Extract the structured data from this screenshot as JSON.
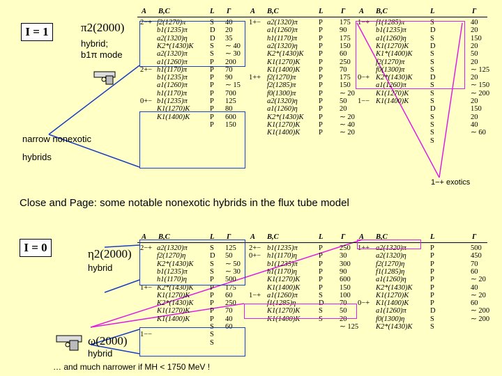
{
  "top": {
    "quantum_box": "I = 1",
    "state_name": "π2(2000)",
    "desc_line1": "hybrid;",
    "desc_line2": "b1π mode",
    "narrow_line1": "narrow nonexotic",
    "narrow_line2": "hybrids",
    "exotics_label": "1−+ exotics"
  },
  "headline": "Close and Page: some notable nonexotic hybrids in the flux tube model",
  "bottom": {
    "quantum_box": "I = 0",
    "state1_name": "η2(2000)",
    "state1_desc": "hybrid",
    "state2_name": "ω(2000)",
    "state2_desc": "hybrid",
    "footnote": "… and much narrower if MH < 1750 MeV !"
  },
  "table1": {
    "headers": [
      "A",
      "B,C",
      "L",
      "Γ",
      "A",
      "B,C",
      "L",
      "Γ",
      "A",
      "B,C",
      "L",
      "Γ"
    ],
    "col1": {
      "A": [
        "2−+",
        "",
        "",
        "",
        "",
        "",
        "2+−",
        "",
        "",
        "",
        "0+−",
        "",
        "",
        "",
        "",
        ""
      ],
      "BC": [
        "f2(1270)π",
        "b1(1235)π",
        "a2(1320)η",
        "K2*(1430)K",
        "a2(1320)π",
        "a1(1260)π",
        "h1(1170)π",
        "b1(1235)π",
        "a1(1260)π",
        "h1(1170)π",
        "b1(1235)π",
        "K1(1270)K",
        "K1(1400)K"
      ],
      "L": [
        "S",
        "D",
        "D",
        "S",
        "S",
        "P",
        "P",
        "P",
        "P",
        "P",
        "P",
        "P",
        "P",
        "P"
      ],
      "G": [
        "40",
        "20",
        "35",
        "∼ 40",
        "∼ 30",
        "200",
        "70",
        "90",
        "∼ 15",
        "700",
        "125",
        "80",
        "600",
        "150"
      ]
    },
    "col2": {
      "A": [
        "1+−",
        "",
        "",
        "",
        "",
        "",
        "",
        "1++"
      ],
      "BC": [
        "a2(1320)π",
        "a1(1260)π",
        "h1(1170)π",
        "a2(1320)η",
        "K2*(1430)K",
        "K1(1270)K",
        "K1(1400)K",
        "f2(1270)π",
        "f2(1285)π",
        "f0(1300)π",
        "a2(1320)η",
        "a1(1260)η",
        "K2*(1430)K",
        "K1(1270)K",
        "K1(1400)K"
      ],
      "L": [
        "P",
        "P",
        "P",
        "P",
        "P",
        "P",
        "P",
        "P",
        "P",
        "P",
        "P",
        "P",
        "P",
        "P",
        "P"
      ],
      "G": [
        "175",
        "90",
        "175",
        "150",
        "60",
        "250",
        "70",
        "175",
        "150",
        "∼ 20",
        "50",
        "20",
        "∼ 20",
        "∼ 40",
        "∼ 20"
      ]
    },
    "col3": {
      "A": [
        "1−+",
        "",
        "",
        "",
        "",
        "",
        "",
        "0−+",
        "",
        "",
        "1−−"
      ],
      "BC": [
        "f1(1285)π",
        "b1(1235)π",
        "a1(1260)η",
        "K1(1270)K",
        "K1*(1400)K",
        "f2(1270)π",
        "f0(1300)π",
        "K2*(1430)K",
        "a1(1260)π",
        "K1(1270)K",
        "K1(1400)K"
      ],
      "L": [
        "S",
        "D",
        "S",
        "D",
        "S",
        "S",
        "S",
        "D",
        "S",
        "S",
        "S",
        "D",
        "S",
        "S",
        "S",
        "S"
      ],
      "G": [
        "40",
        "20",
        "150",
        "20",
        "50",
        "20",
        "∼ 125",
        "20",
        "∼ 150",
        "∼ 200",
        "20",
        "150",
        "20",
        "40",
        "∼ 60"
      ]
    }
  },
  "table2": {
    "headers": [
      "A",
      "B,C",
      "L",
      "Γ",
      "A",
      "B,C",
      "L",
      "Γ",
      "A",
      "B,C",
      "L",
      "Γ"
    ],
    "col1": {
      "A": [
        "2−+",
        "",
        "",
        "",
        "",
        "1+−",
        "",
        "",
        "",
        "",
        "",
        "1−−"
      ],
      "BC": [
        "a2(1320)π",
        "f2(1270)η",
        "K2*(1430)K",
        "b1(1235)π",
        "h1(1170)η",
        "K2*(1430)K",
        "K1(1270)K",
        "K2*(1430)K",
        "K1(1270)K",
        "K1(1400)K"
      ],
      "L": [
        "S",
        "D",
        "S",
        "S",
        "P",
        "P",
        "P",
        "P",
        "P",
        "P",
        "S",
        "S",
        "S"
      ],
      "G": [
        "125",
        "50",
        "∼ 50",
        "∼ 30",
        "500",
        "175",
        "60",
        "250",
        "70",
        "40",
        "60"
      ]
    },
    "col2": {
      "A": [
        "2+−",
        "0+−",
        "",
        "",
        "",
        "",
        "1−+"
      ],
      "BC": [
        "b1(1235)π",
        "h1(1170)η",
        "b1(1235)π",
        "h1(1170)η",
        "K1(1270)K",
        "K1(1400)K",
        "a1(1260)π",
        "f1(1285)η",
        "K1(1270)K",
        "K1(1400)K"
      ],
      "L": [
        "P",
        "P",
        "P",
        "P",
        "P",
        "P",
        "S",
        "D",
        "S",
        "S"
      ],
      "G": [
        "250",
        "30",
        "300",
        "90",
        "600",
        "150",
        "100",
        "70",
        "50",
        "20",
        "∼ 125"
      ]
    },
    "col3": {
      "A": [
        "1++",
        "",
        "",
        "",
        "",
        "",
        "",
        "0−+"
      ],
      "BC": [
        "a2(1320)π",
        "a2(1320)η",
        "f2(1270)η",
        "f1(1285)η",
        "a1(1260)η",
        "K2*(1430)K",
        "K1(1270)K",
        "K1(1400)K",
        "a1(1260)π",
        "f0(1300)η",
        "K2*(1430)K"
      ],
      "L": [
        "P",
        "P",
        "P",
        "P",
        "P",
        "P",
        "P",
        "P",
        "D",
        "S",
        "S"
      ],
      "G": [
        "500",
        "450",
        "70",
        "60",
        "∼ 20",
        "40",
        "∼ 20",
        "60",
        "∼ 200",
        "∼ 200"
      ]
    }
  }
}
